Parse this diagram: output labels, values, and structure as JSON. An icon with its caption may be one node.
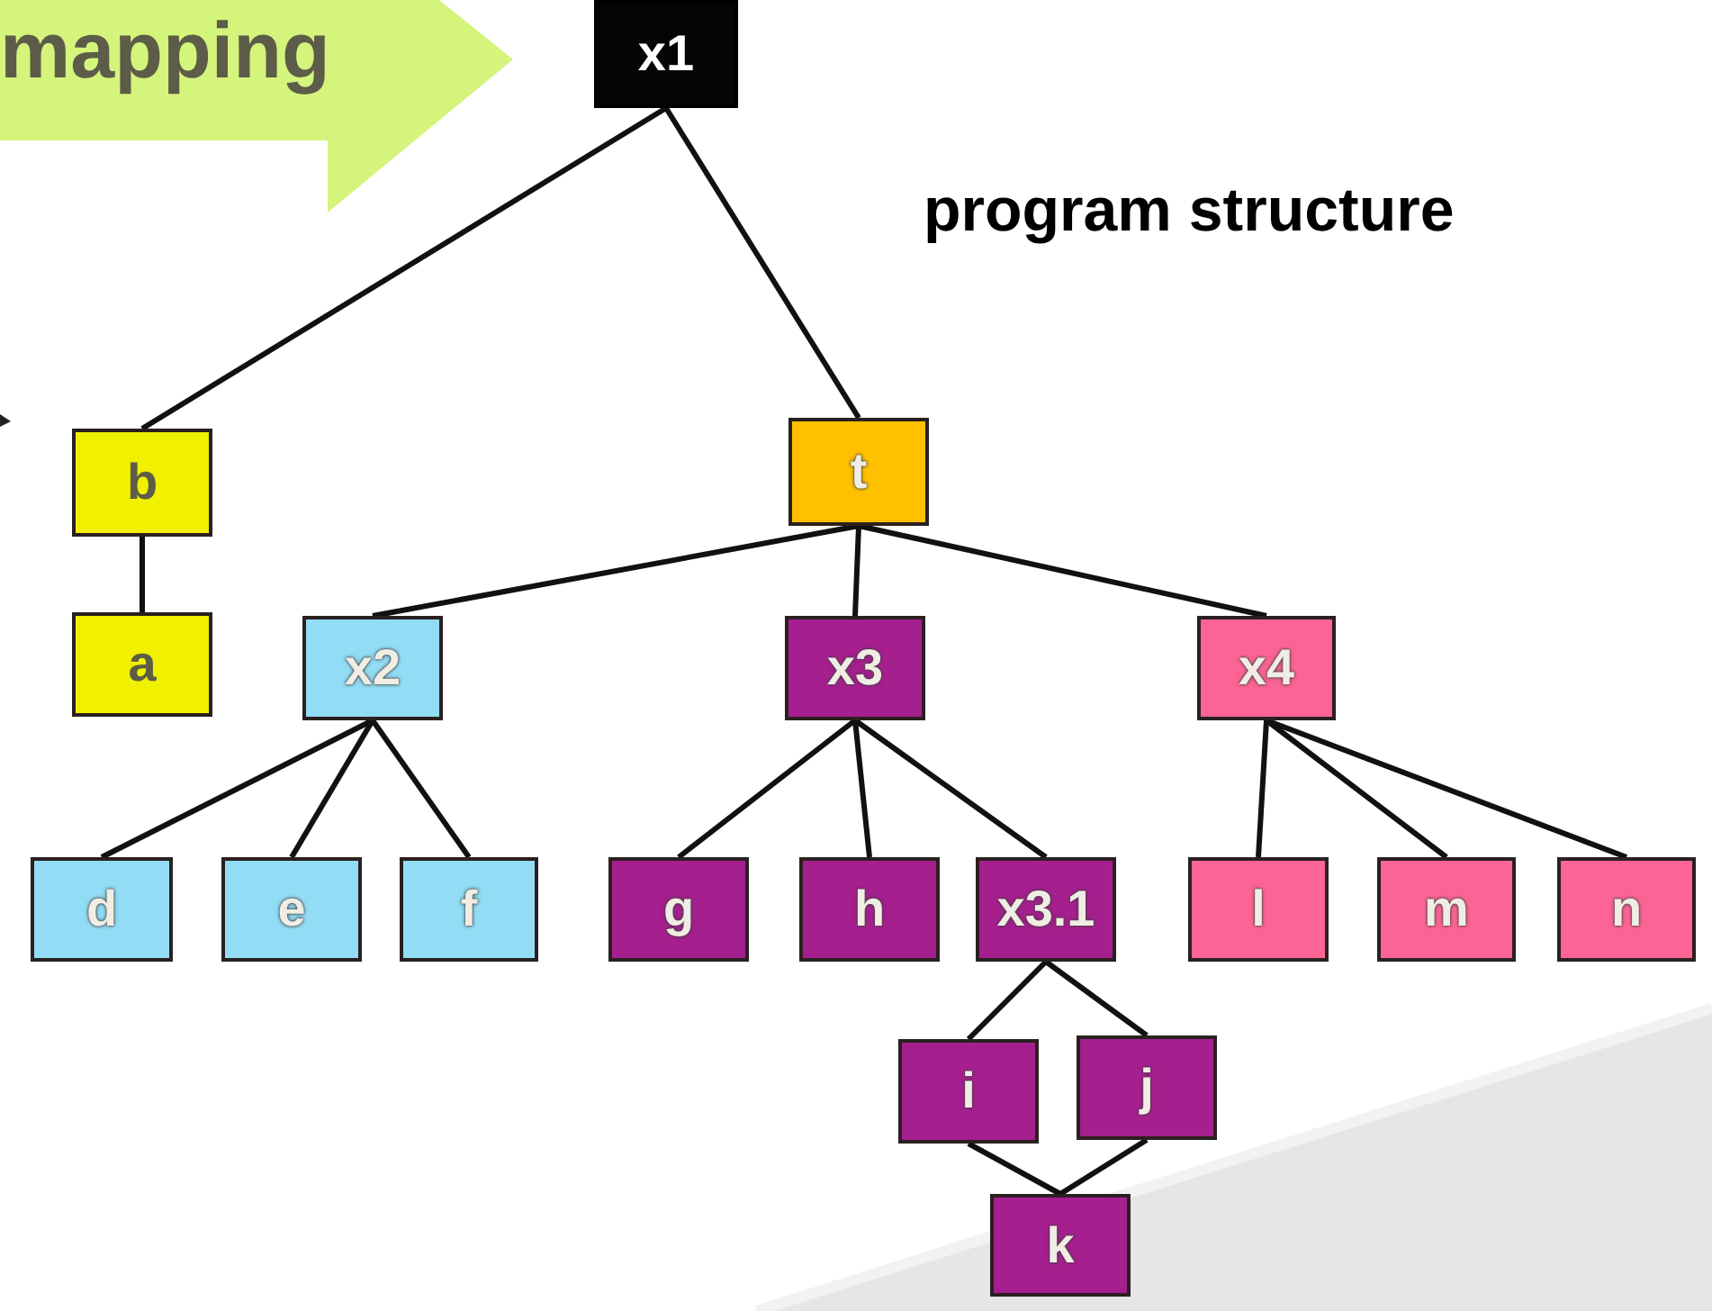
{
  "diagram": {
    "nodes": [
      {
        "text": [
          "mapping"
        ]
      },
      {
        "text": [
          "x1"
        ]
      },
      {
        "text": [
          "b"
        ]
      },
      {
        "text": [
          "a"
        ]
      },
      {
        "text": [
          "t"
        ]
      },
      {
        "text": [
          "x2"
        ]
      },
      {
        "text": [
          "x3"
        ]
      },
      {
        "text": [
          "x4"
        ]
      },
      {
        "text": [
          "d"
        ]
      },
      {
        "text": [
          "e"
        ]
      },
      {
        "text": [
          "f"
        ]
      },
      {
        "text": [
          "g"
        ]
      },
      {
        "text": [
          "h"
        ]
      },
      {
        "text": [
          "x3.1"
        ]
      },
      {
        "text": [
          "l"
        ]
      },
      {
        "text": [
          "m"
        ]
      },
      {
        "text": [
          "n"
        ]
      },
      {
        "text": [
          "i"
        ]
      },
      {
        "text": [
          "j"
        ]
      },
      {
        "text": [
          "k"
        ]
      }
    ],
    "edges": [
      {
        "from": 1,
        "to": 2,
        "arrow": "none"
      },
      {
        "from": 1,
        "to": 4,
        "arrow": "none"
      },
      {
        "from": 2,
        "to": 3,
        "arrow": "none"
      },
      {
        "from": 4,
        "to": 5,
        "arrow": "none"
      },
      {
        "from": 4,
        "to": 6,
        "arrow": "none"
      },
      {
        "from": 4,
        "to": 7,
        "arrow": "none"
      },
      {
        "from": 5,
        "to": 8,
        "arrow": "none"
      },
      {
        "from": 5,
        "to": 9,
        "arrow": "none"
      },
      {
        "from": 5,
        "to": 10,
        "arrow": "none"
      },
      {
        "from": 6,
        "to": 11,
        "arrow": "none"
      },
      {
        "from": 6,
        "to": 12,
        "arrow": "none"
      },
      {
        "from": 6,
        "to": 13,
        "arrow": "none"
      },
      {
        "from": 7,
        "to": 14,
        "arrow": "none"
      },
      {
        "from": 7,
        "to": 15,
        "arrow": "none"
      },
      {
        "from": 7,
        "to": 16,
        "arrow": "none"
      },
      {
        "from": 13,
        "to": 17,
        "arrow": "none"
      },
      {
        "from": 13,
        "to": 18,
        "arrow": "none"
      },
      {
        "from": 17,
        "to": 19,
        "arrow": "none"
      },
      {
        "from": 18,
        "to": 19,
        "arrow": "none"
      }
    ],
    "labels": [
      "program structure"
    ]
  }
}
